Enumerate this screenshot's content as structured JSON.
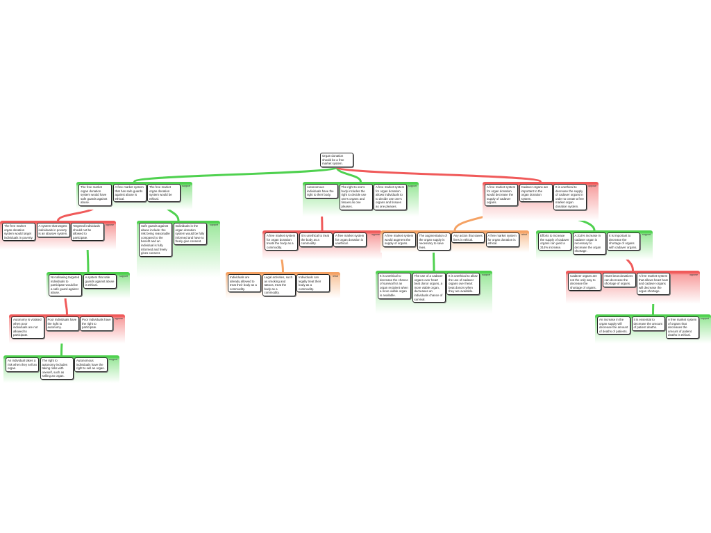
{
  "root": {
    "text": "Organ donation should be a free market system."
  },
  "colors": {
    "support": "#4fd14f",
    "oppose": "#f05a5a",
    "rebut": "#f5a264"
  },
  "groups": [
    {
      "id": "g1",
      "type": "support",
      "label": "support",
      "boxes": [
        "The free market organ donation system would have safe guards against abuse.",
        "A free market system that has safe guards against abuse is ethical.",
        "The free market organ donation system would be ethical."
      ]
    },
    {
      "id": "g2",
      "type": "support",
      "label": "support",
      "boxes": [
        "Autonomous individuals have the right to their body.",
        "The right to one's body includes the right to decide use one's organs and tissues as one pleases.",
        "A free market system for organ donation allows individuals to to decide use one's organs and tissues as one pleases."
      ]
    },
    {
      "id": "g3",
      "type": "oppose",
      "label": "oppose",
      "boxes": [
        "A free market system for organ donation would decrease the supply of cadaver organs.",
        "Cadaver organs are important to the organ donation system.",
        "It is unethical to decrease the supply of cadaver organs in order to create a free market organ donation system."
      ]
    },
    {
      "id": "g4",
      "type": "oppose",
      "label": "oppose",
      "boxes": [
        "The free market organ donation system would target individuals in poverty.",
        "A system that targets individuals in poverty is an abusive system.",
        "Targeted individuals should not be allowed to participate."
      ]
    },
    {
      "id": "g5",
      "type": "support",
      "label": "support",
      "boxes": [
        "Safe guards against abuse include: the risk being reasonable compared to the benefit and an individual is fully informed and freely gives consent.",
        "Individuals in the organ donation system would be fully informed and have to freely give consent."
      ]
    },
    {
      "id": "g6",
      "type": "oppose",
      "label": "oppose",
      "boxes": [
        "A free market system for organ donation treats the body as a commodity.",
        "It is unethical to treat the body as a commodity.",
        "A free market system for organ donation is unethical."
      ]
    },
    {
      "id": "g7",
      "type": "rebut",
      "label": "rebut",
      "boxes": [
        "A free market system would augment the supply of organs.",
        "The augmentation of the organ supply is necessary to save lives.",
        "Any action that saves lives is ethical.",
        "A free market system for organ donation is ethical."
      ]
    },
    {
      "id": "g8",
      "type": "support",
      "label": "support",
      "boxes": [
        "Efforts to increase the supply of cadaver organs can yield a 314% increase.",
        "A 314% increase in cadaver organ is necessary to decrease the organ shortage.",
        "It is important to decrease the shortage of organs with cadaver organs."
      ]
    },
    {
      "id": "g9",
      "type": "support",
      "label": "support",
      "boxes": [
        "Not allowing targeted individuals to participate would be a safe guard against abuse.",
        "A system that safe guards against abuse is ethical."
      ]
    },
    {
      "id": "g10",
      "type": "rebut",
      "label": "rebut",
      "boxes": [
        "Individuals are already allowed to treat their body as a commodity.",
        "Legal activities, such as smoking and tattoos, treat the body as a commodity.",
        "Individuals can legally treat their body as a commodity."
      ]
    },
    {
      "id": "g11",
      "type": "support",
      "label": "support",
      "boxes": [
        "It is unethical to decrease the chance of survival for an organ recipient when a more viable organ is available.",
        "The use of a cadaver organs over heart beat donor organs, a more viable organ, decreases an individuals chance of survival.",
        "It is unethical to allow the use of cadaver organs over heart beat donors when they are available."
      ]
    },
    {
      "id": "g12",
      "type": "oppose",
      "label": "oppose",
      "boxes": [
        "Cadaver organs are not the only way to decrease the shortage of organs.",
        "Heart beat donations can decrease the shortage of organs.",
        "A free market system that allows heart beat and cadaver organs will decrease the organ shortage."
      ]
    },
    {
      "id": "g13",
      "type": "oppose",
      "label": "oppose",
      "boxes": [
        "Autonomy is violated when poor individuals are not allowed to participate.",
        "Poor individuals have the right to autonomy.",
        "Poor individuals have the right to participate."
      ]
    },
    {
      "id": "g14",
      "type": "support",
      "label": "support",
      "boxes": [
        "An individual takes a risk when they sell an organ.",
        "The right to autonomy includes taking risks with oneself, such as selling an organ.",
        "Autonomous individuals have the right to sell an organ."
      ]
    },
    {
      "id": "g15",
      "type": "support",
      "label": "support",
      "boxes": [
        "An increase in the organ supply will decrease the amount of deaths of patients.",
        "It is essential to decrease the amount of patient deaths.",
        "A free market system of organs that decreases the amount of patient deaths is ethical."
      ]
    }
  ]
}
